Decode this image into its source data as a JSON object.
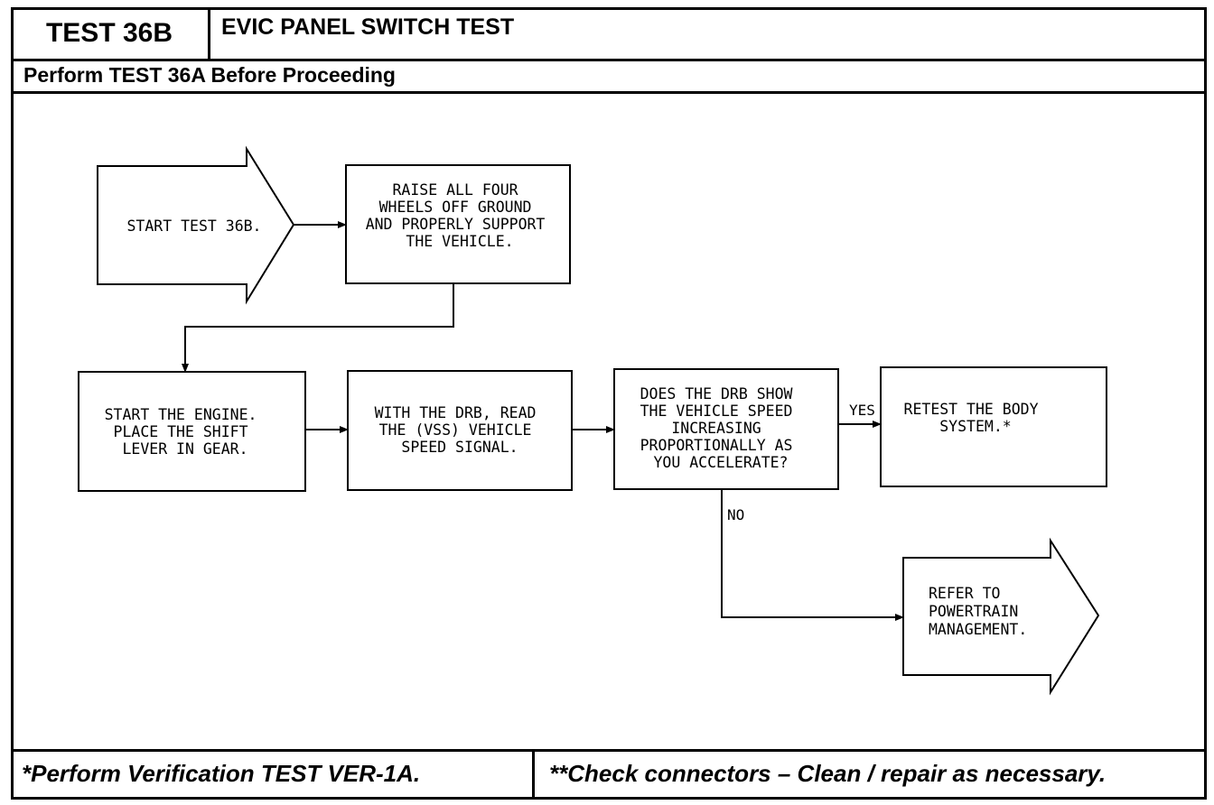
{
  "header": {
    "test_id": "TEST 36B",
    "title": "EVIC PANEL SWITCH TEST",
    "prerequisite": "Perform TEST 36A Before Proceeding"
  },
  "diagram": {
    "nodes": [
      {
        "id": "start",
        "shape": "arrow",
        "lines": [
          "START TEST 36B."
        ]
      },
      {
        "id": "raise",
        "shape": "box",
        "lines": [
          "RAISE ALL FOUR",
          "WHEELS OFF GROUND",
          "AND PROPERLY SUPPORT",
          "THE VEHICLE."
        ]
      },
      {
        "id": "engine",
        "shape": "box",
        "lines": [
          "START THE ENGINE.",
          "PLACE THE SHIFT",
          "LEVER IN GEAR."
        ]
      },
      {
        "id": "read",
        "shape": "box",
        "lines": [
          "WITH THE DRB, READ",
          "THE (VSS) VEHICLE",
          "SPEED SIGNAL."
        ]
      },
      {
        "id": "question",
        "shape": "box",
        "lines": [
          "DOES THE DRB SHOW",
          "THE VEHICLE SPEED",
          "INCREASING",
          "PROPORTIONALLY AS",
          "YOU ACCELERATE?"
        ]
      },
      {
        "id": "retest",
        "shape": "box",
        "lines": [
          "RETEST THE BODY",
          "SYSTEM.*"
        ]
      },
      {
        "id": "refer",
        "shape": "arrow",
        "lines": [
          "REFER TO",
          "POWERTRAIN",
          "MANAGEMENT."
        ]
      }
    ],
    "edges": [
      {
        "from": "start",
        "to": "raise",
        "label": ""
      },
      {
        "from": "raise",
        "to": "engine",
        "label": ""
      },
      {
        "from": "engine",
        "to": "read",
        "label": ""
      },
      {
        "from": "read",
        "to": "question",
        "label": ""
      },
      {
        "from": "question",
        "to": "retest",
        "label": "YES"
      },
      {
        "from": "question",
        "to": "refer",
        "label": "NO"
      }
    ]
  },
  "footer": {
    "left_note": "*Perform Verification TEST VER-1A.",
    "right_note": "**Check connectors – Clean / repair as necessary."
  }
}
